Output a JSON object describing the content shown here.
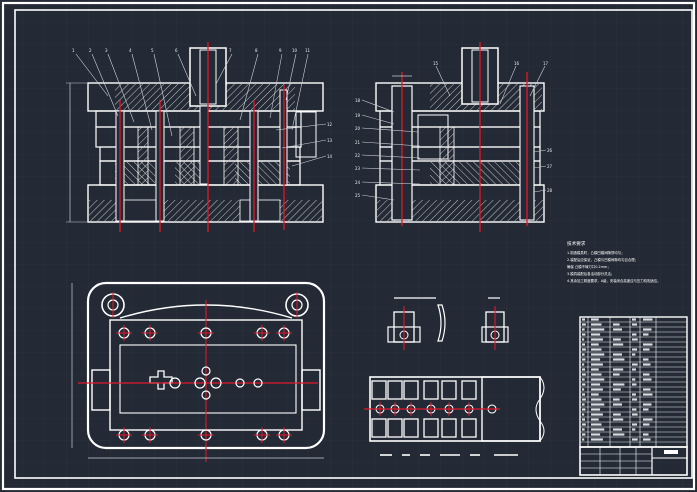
{
  "drawing": {
    "background": "#232a35",
    "line_color": "#ffffff",
    "centerline_color": "#e0192b",
    "grid_color": "#2d3440",
    "hatch_color": "#d8d8d8",
    "leader_color": "#cfd4da",
    "dimension_color": "#c9ced4"
  },
  "technical_notes": {
    "title": "技术要求",
    "items": [
      "1.制造模具时，凸模凹模间隙须均匀；",
      "2.装配后应保证，凸模与凹模间隙均匀且合理；",
      "   确保  凸模不啃刃口0.2mm；",
      "3.模具装配后各活动部分灵活；",
      "4.其余加工精度要求，A级，安装闭合高度应与压力机相适应。"
    ]
  },
  "title_block": {
    "rows": 26
  },
  "leaders": {
    "front_top": [
      "1",
      "2",
      "3",
      "4",
      "5",
      "6",
      "7",
      "8",
      "9",
      "10",
      "11"
    ],
    "front_right": [
      "12",
      "13",
      "14"
    ],
    "side_top": [
      "15",
      "16",
      "17"
    ],
    "side_left": [
      "18",
      "19",
      "20",
      "21",
      "22",
      "23",
      "24",
      "25"
    ],
    "side_right": [
      "26",
      "27",
      "28"
    ]
  }
}
